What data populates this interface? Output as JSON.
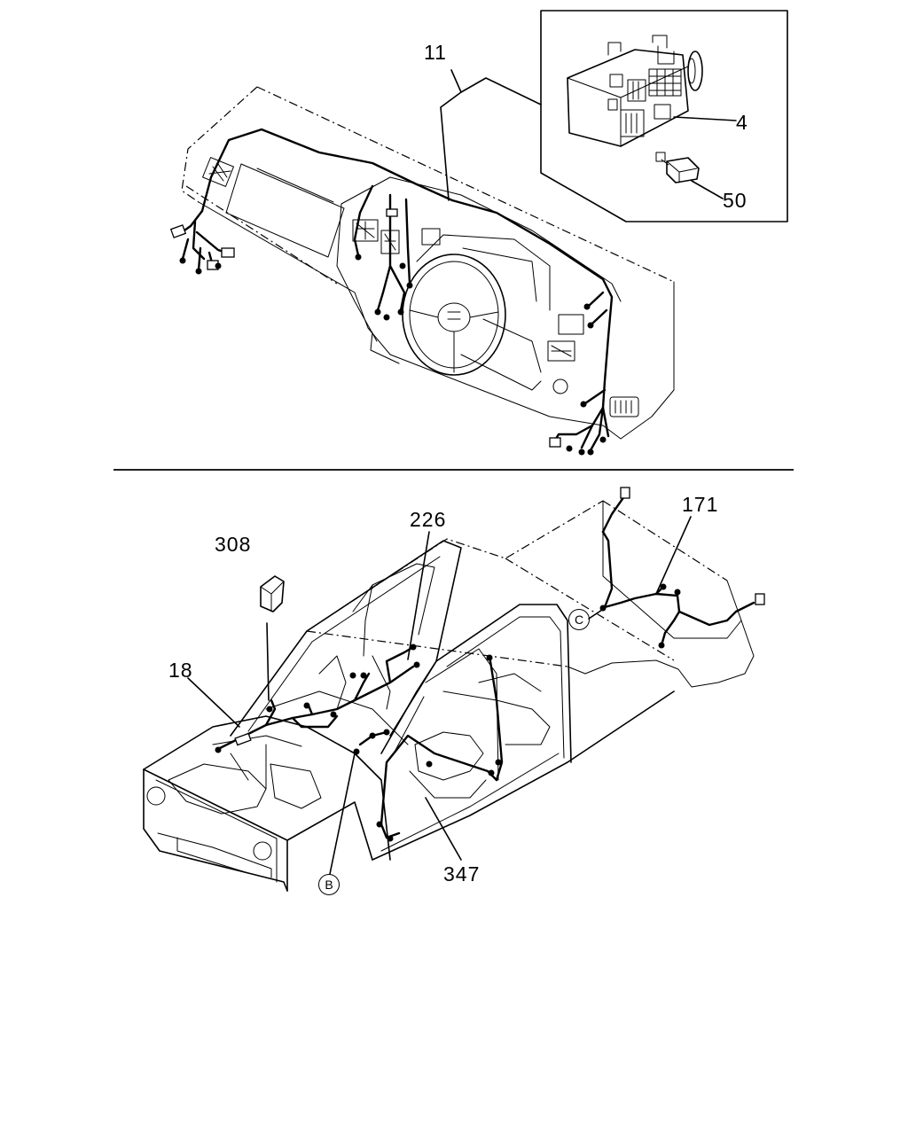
{
  "diagram": {
    "callouts": {
      "c11": "11",
      "c4": "4",
      "c50": "50",
      "c308": "308",
      "c226": "226",
      "c171": "171",
      "c18": "18",
      "c347": "347"
    },
    "markers": {
      "b": "B",
      "c": "C"
    }
  }
}
